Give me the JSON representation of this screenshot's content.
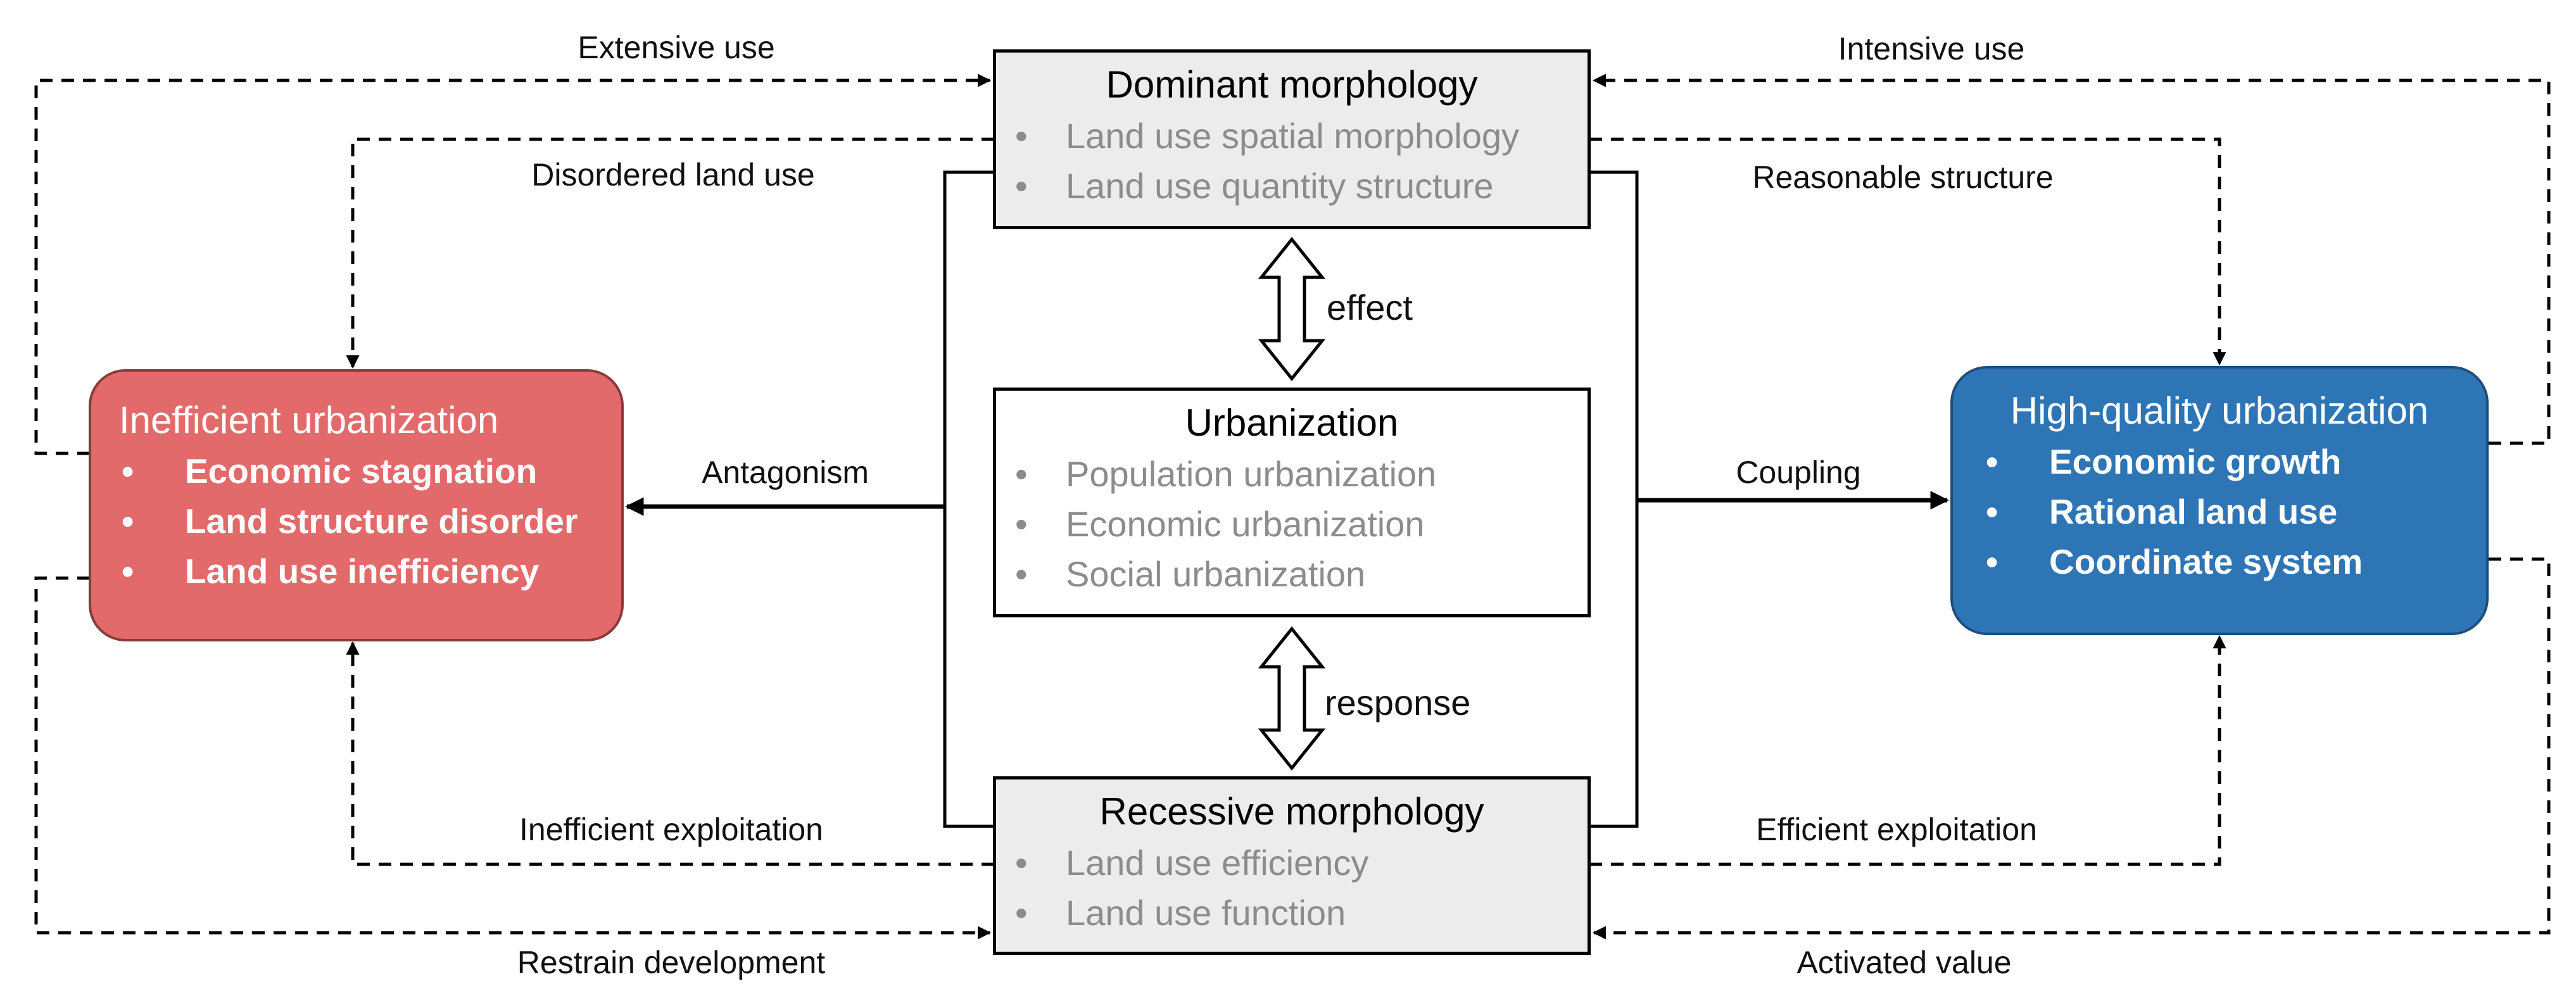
{
  "nodes": {
    "dominant": {
      "title": "Dominant morphology",
      "items": [
        "Land use spatial morphology",
        "Land use quantity structure"
      ]
    },
    "urbanization": {
      "title": "Urbanization",
      "items": [
        "Population urbanization",
        "Economic urbanization",
        "Social urbanization"
      ]
    },
    "recessive": {
      "title": "Recessive morphology",
      "items": [
        "Land use efficiency",
        "Land use function"
      ]
    },
    "inefficient": {
      "title": "Inefficient urbanization",
      "items": [
        "Economic stagnation",
        "Land structure disorder",
        "Land use inefficiency"
      ]
    },
    "high_quality": {
      "title": "High-quality urbanization",
      "items": [
        "Economic growth",
        "Rational land use",
        "Coordinate system"
      ]
    }
  },
  "edges": {
    "extensive_use": "Extensive use",
    "intensive_use": "Intensive use",
    "disordered_land_use": "Disordered land use",
    "reasonable_structure": "Reasonable structure",
    "effect": "effect",
    "response": "response",
    "antagonism": "Antagonism",
    "coupling": "Coupling",
    "inefficient_exploitation": "Inefficient exploitation",
    "efficient_exploitation": "Efficient exploitation",
    "restrain_development": "Restrain development",
    "activated_value": "Activated value"
  },
  "colors": {
    "inefficient_fill": "#e26a6a",
    "high_quality_fill": "#2e75b6",
    "morphology_fill": "#ececec",
    "item_gray": "#8c8c8c"
  }
}
